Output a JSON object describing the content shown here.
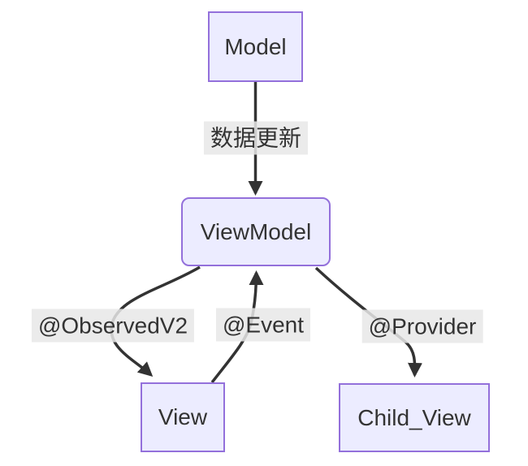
{
  "diagram": {
    "type": "flowchart",
    "direction": "top-down",
    "nodes": [
      {
        "id": "model",
        "label": "Model",
        "shape": "rect"
      },
      {
        "id": "viewmodel",
        "label": "ViewModel",
        "shape": "rounded-rect"
      },
      {
        "id": "view",
        "label": "View",
        "shape": "rect"
      },
      {
        "id": "child_view",
        "label": "Child_View",
        "shape": "rect"
      }
    ],
    "edges": [
      {
        "from": "model",
        "to": "viewmodel",
        "label": "数据更新",
        "style": "arrow"
      },
      {
        "from": "viewmodel",
        "to": "view",
        "label": "@ObservedV2",
        "style": "arrow"
      },
      {
        "from": "view",
        "to": "viewmodel",
        "label": "@Event",
        "style": "arrow"
      },
      {
        "from": "viewmodel",
        "to": "child_view",
        "label": "@Provider",
        "style": "arrow"
      }
    ],
    "colors": {
      "node_fill": "#ECECFF",
      "node_border": "#9370DB",
      "edge_stroke": "#333333",
      "edge_label_bg": "#E8E8E8",
      "text": "#333333",
      "background": "#FFFFFF"
    }
  }
}
